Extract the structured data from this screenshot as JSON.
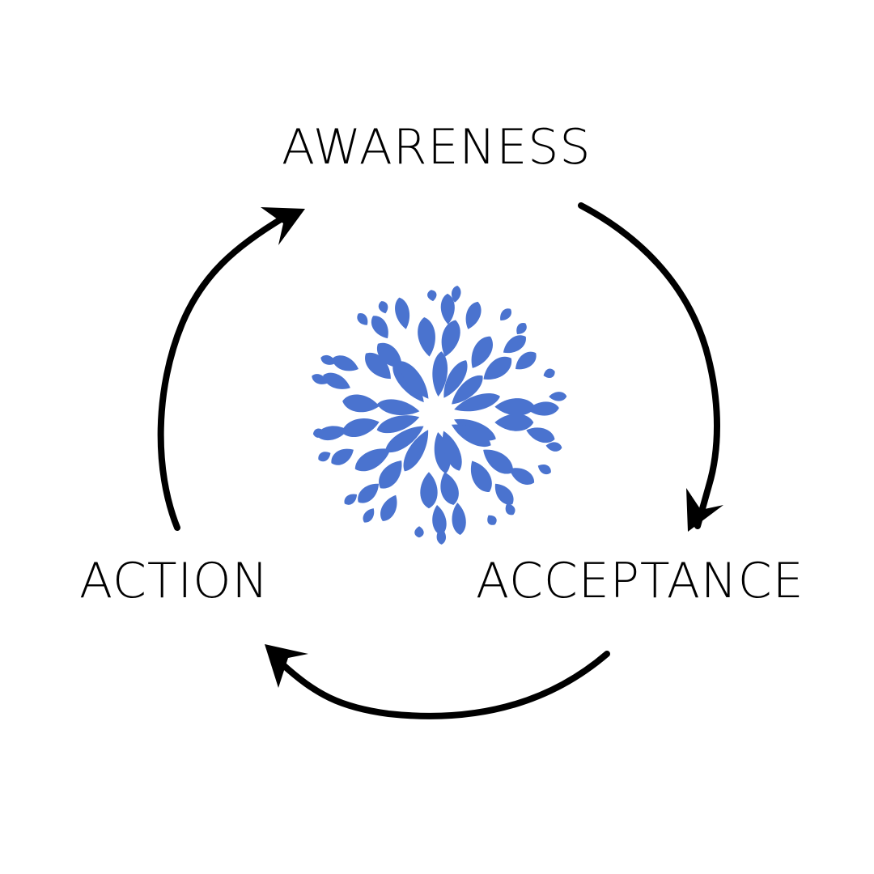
{
  "diagram": {
    "stages": [
      {
        "label": "AWARENESS"
      },
      {
        "label": "ACCEPTANCE"
      },
      {
        "label": "ACTION"
      }
    ]
  },
  "colors": {
    "text": "#000000",
    "arrow": "#000000",
    "flower": "#4a73cf",
    "background": "#ffffff"
  },
  "icons": {
    "center": "flower-icon",
    "arrows": "cycle-arrow-icon"
  }
}
